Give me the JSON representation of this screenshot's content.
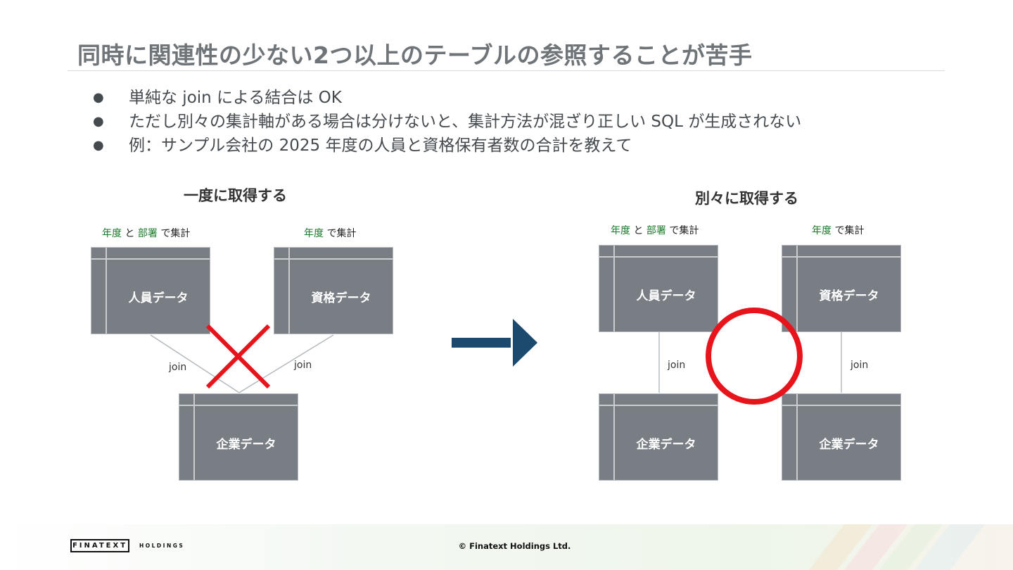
{
  "slide": {
    "title": "同時に関連性の少ない2つ以上のテーブルの参照することが苦手",
    "bullets": [
      "単純な join による結合は OK",
      "ただし別々の集計軸がある場合は分けないと、集計方法が混ざり正しい SQL が生成されない",
      "例：サンプル会社の 2025 年度の人員と資格保有者数の合計を教えて"
    ],
    "bullet_marker": "●"
  },
  "left_diagram": {
    "title": "一度に取得する",
    "agg_a": {
      "k1": "年度",
      "and": "と",
      "k2": "部署",
      "suffix": "で集計"
    },
    "agg_b": {
      "k1": "年度",
      "suffix": "で集計"
    },
    "table_a": "人員データ",
    "table_b": "資格データ",
    "table_c": "企業データ",
    "join_label_1": "join",
    "join_label_2": "join",
    "verdict_icon": "cross-icon"
  },
  "right_diagram": {
    "title": "別々に取得する",
    "agg_a": {
      "k1": "年度",
      "and": "と",
      "k2": "部署",
      "suffix": "で集計"
    },
    "agg_b": {
      "k1": "年度",
      "suffix": "で集計"
    },
    "table_a": "人員データ",
    "table_b": "資格データ",
    "table_c": "企業データ",
    "table_d": "企業データ",
    "join_label_1": "join",
    "join_label_2": "join",
    "verdict_icon": "circle-icon"
  },
  "arrow_icon": "arrow-right-icon",
  "footer": {
    "logo_text": "FINATEXT",
    "holdings_text": "HOLDINGS",
    "copyright": "© Finatext Holdings Ltd."
  },
  "colors": {
    "title": "#6e7478",
    "table_fill": "#797e84",
    "keyword_green": "#1a7a2a",
    "cross_red": "#e8141c",
    "arrow_navy": "#1c4a6e"
  }
}
